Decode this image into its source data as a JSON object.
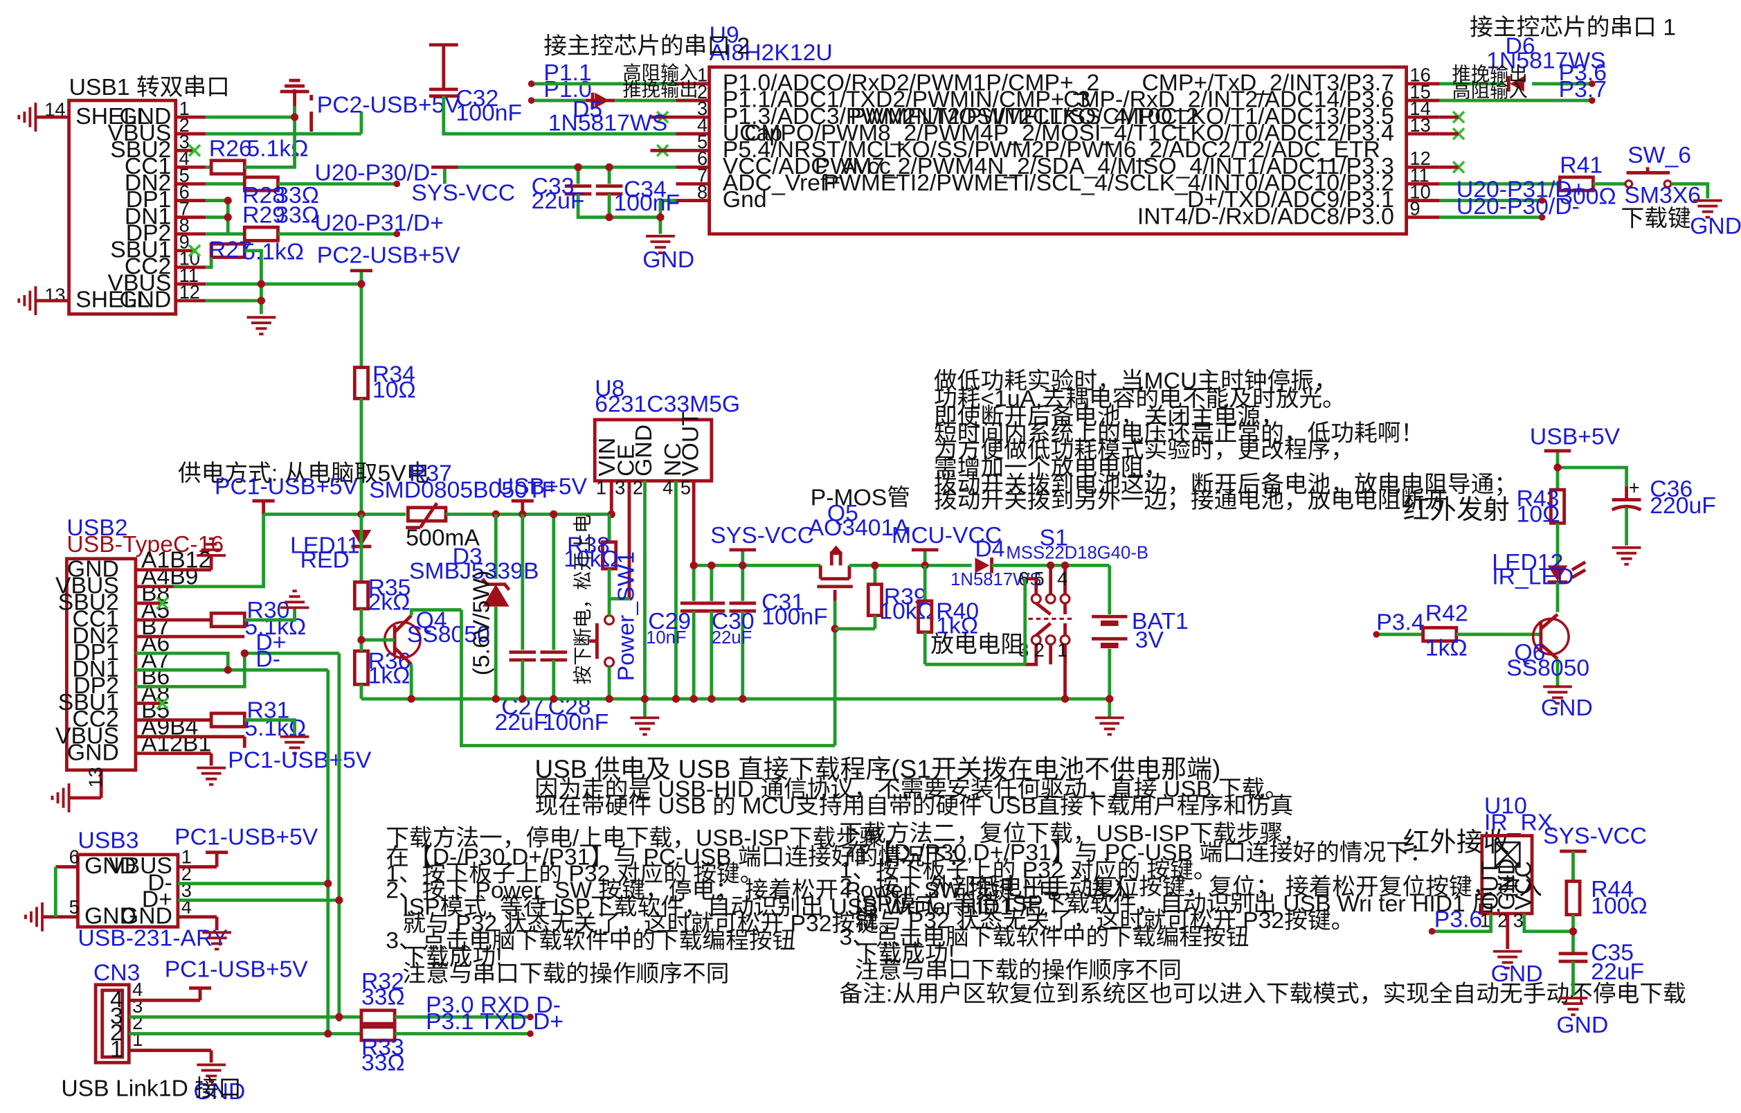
{
  "top": {
    "u9_ref": "U9",
    "u9_value": "AI8H2K12U",
    "uart2_note": "接主控芯片的串口 2",
    "uart1_note": "接主控芯片的串口 1",
    "u9_left_pins": [
      "P1.0/ADCO/RxD2/PWM1P/CMP+_2",
      "P1.1/ADC1/TXD2/PWMIN/CMP+_3",
      "P1.3/ADC3/PWM2N/MOSI/T2CLKO/CMPO_2",
      "UCap",
      "P5.4/NRST/MCLKO/SS/PWM2P/PWM6_2/ADC2/T2/ADC_ETR",
      "VCC/ADC_Avcc",
      "ADC_Vref+",
      "Gnd"
    ],
    "u9_left_nums": [
      "1",
      "2",
      "3",
      "4",
      "5",
      "6",
      "7",
      "8"
    ],
    "u9_right_pins": [
      "CMP+/TxD_2/INT3/P3.7",
      "CMP-/RxD_2/INT2/ADC14/P3.6",
      "PWMFLT2/PWMFLT/SS_4/T0CLKO/T1/ADC13/P3.5",
      "CMPO/PWM8_2/PWM4P_2/MOSI_4/T1CLKO/T0/ADC12/P3.4",
      "PWM7_2/PWM4N_2/SDA_4/MISO_4/INT1/ADC11/P3.3",
      "PWMETI2/PWMETI/SCL_4/SCLK_4/INT0/ADC10/P3.2",
      "D+/TXD/ADC9/P3.1",
      "INT4/D-/RxD/ADC8/P3.0"
    ],
    "u9_right_nums": [
      "16",
      "15",
      "14",
      "13",
      "12",
      "11",
      "10",
      "9"
    ],
    "p11": "P1.1",
    "p10": "P1.0",
    "hiz_in": "高阻输入",
    "pp_out": "推挽输出",
    "d5_ref": "D5",
    "d5_val": "1N5817WS",
    "d6_ref": "D6",
    "d6_val": "1N5817WS",
    "p36": "P3.6",
    "p37": "P3.7",
    "c32_ref": "C32",
    "c32_val": "100nF",
    "c33_ref": "C33",
    "c33_val": "22uF",
    "c34_ref": "C34",
    "c34_val": "100nF",
    "sys_vcc": "SYS-VCC",
    "gnd": "GND",
    "r41_ref": "R41",
    "r41_val": "300Ω",
    "sw6_ref": "SW_6",
    "sw6_val": "SM3X6",
    "dl_key": "下载键",
    "u20_p31": "U20-P31/D+",
    "u20_p30": "U20-P30/D-"
  },
  "usb1": {
    "title": "USB1  转双串口",
    "pins_left": [
      "SHELL",
      "SHELL"
    ],
    "pins": [
      "GND",
      "VBUS",
      "SBU2",
      "CC1",
      "DN2",
      "DP1",
      "DN1",
      "DP2",
      "SBU1",
      "CC2",
      "VBUS",
      "GND"
    ],
    "nums": [
      "1",
      "2",
      "3",
      "4",
      "5",
      "6",
      "7",
      "8",
      "9",
      "10",
      "11",
      "12"
    ],
    "n14": "14",
    "n13": "13",
    "pc2_usb5v_a": "PC2-USB+5V",
    "pc2_usb5v_b": "PC2-USB+5V",
    "r26_ref": "R26",
    "r26_val": "5.1kΩ",
    "r27_ref": "R27",
    "r27_val": "5.1kΩ",
    "r28_ref": "R28",
    "r28_val": "33Ω",
    "r29_ref": "R29",
    "r29_val": "33Ω",
    "u20_p30": "U20-P30/D-",
    "u20_p31": "U20-P31/D+"
  },
  "mid": {
    "r34_ref": "R34",
    "r34_val": "10Ω",
    "supply_note": "供电方式: 从电脑取5V电",
    "pc1_usb5v": "PC1-USB+5V",
    "r37_ref": "R37",
    "r37_val": "SMD0805B050TF",
    "r37_cur": "500mA",
    "usb5v": "USB+5V",
    "u8_ref": "U8",
    "u8_val": "6231C33M5G",
    "u8_pins": [
      "VIN",
      "CE",
      "GND",
      "NC",
      "VOUT"
    ],
    "u8_nums": [
      "1",
      "3",
      "2",
      "4",
      "5"
    ],
    "led11_ref": "LED11",
    "led11_val": "RED",
    "d3_ref": "D3",
    "d3_val": "SMBJ5339B",
    "d3_note": "(5.6V/5W)",
    "r35_ref": "R35",
    "r35_val": "2kΩ",
    "r36_ref": "R36",
    "r36_val": "1kΩ",
    "q4_ref": "Q4",
    "q4_val": "SS8050",
    "r38_ref": "R38",
    "r38_val": "10kΩ",
    "sw1_note": "按下断电，松开上电",
    "sw1_val": "Power_SW1",
    "c27_ref": "C27",
    "c27_val": "22uF",
    "c28_ref": "C28",
    "c28_val": "100nF",
    "c29_ref": "C29",
    "c29_val": "10nF",
    "c30_ref": "C30",
    "c30_val": "22uF",
    "c31_ref": "C31",
    "c31_val": "100nF",
    "sys_vcc": "SYS-VCC",
    "pmos": "P-MOS管",
    "q5_ref": "Q5",
    "q5_val": "AO3401A",
    "mcu_vcc": "MCU-VCC",
    "r39_ref": "R39",
    "r39_val": "10kΩ",
    "r40_ref": "R40",
    "r40_val": "1kΩ",
    "r40_note": "放电电阻",
    "d4_ref": "D4",
    "d4_val": "1N5817WS",
    "s1_ref": "S1",
    "s1_val": "MSS22D18G40-B",
    "s1_nums": [
      "6",
      "5",
      "4",
      "3",
      "2",
      "1"
    ],
    "bat1_ref": "BAT1",
    "bat1_val": "3V",
    "note_lines": [
      "做低功耗实验时，当MCU主时钟停振，",
      "功耗<1uA,去耦电容的电不能及时放光。",
      "即使断开后备电池，关闭主电源，",
      "短时间内系统上的电压还是正常的，低功耗啊！",
      "为方便做低功耗模式实验时，更改程序，",
      "需增加一个放电电阻，",
      "拨动开关拨到电池这边，断开后备电池，放电电阻导通；",
      "拨动开关拨到另外一边，接通电池，放电电阻断开"
    ]
  },
  "usb2": {
    "ref": "USB2",
    "val": "USB-TypeC-16",
    "pins": [
      "GND",
      "VBUS",
      "SBU2",
      "CC1",
      "DN2",
      "DP1",
      "DN1",
      "DP2",
      "SBU1",
      "CC2",
      "VBUS",
      "GND"
    ],
    "nums": [
      "A1B12",
      "A4B9",
      "B8",
      "A5",
      "B7",
      "A6",
      "A7",
      "B6",
      "A8",
      "B5",
      "A9B4",
      "A12B1"
    ],
    "n13": "13",
    "r30_ref": "R30",
    "r30_val": "5.1kΩ",
    "r31_ref": "R31",
    "r31_val": "5.1kΩ",
    "dplus": "D+",
    "dminus": "D-",
    "pc1_usb5v": "PC1-USB+5V"
  },
  "usb3": {
    "ref": "USB3",
    "val": "USB-231-ARY",
    "pc1_usb5v": "PC1-USB+5V",
    "pins_left": [
      "GND",
      "GND"
    ],
    "pins_right": [
      "VBUS",
      "D-",
      "D+",
      "GND"
    ],
    "nums_left": [
      "6",
      "5"
    ],
    "nums_right": [
      "1",
      "2",
      "3",
      "4"
    ]
  },
  "cn3": {
    "ref": "CN3",
    "pc1_usb5v": "PC1-USB+5V",
    "nums": [
      "4",
      "3",
      "2",
      "1"
    ],
    "label": "USB Link1D 接口",
    "gnd": "GND",
    "r32_ref": "R32",
    "r32_val": "33Ω",
    "r33_ref": "R33",
    "r33_val": "33Ω",
    "p30": "P3.0  RXD  D-",
    "p31": "P3.1  TXD  D+"
  },
  "notes": {
    "usb_title": "USB 供电及 USB 直接下载程序(S1开关拨在电池不供电那端)",
    "usb_l1": "因为走的是 USB-HID 通信协议，不需要安装任何驱动，直接 USB 下载。",
    "usb_l2": "现在带硬件 USB 的 MCU支持用自带的硬件 USB直接下载用户程序和仿真",
    "m1": [
      "下载方法一，停电/上电下载，USB-ISP下载步骤，",
      "在【D-/P30,D+/P31】与 PC-USB 端口连接好的情况下：",
      "1、按下板子上的 P32 对应的 按键。",
      "2、按下 Power_SW 按键，停电；  接着松开 Power_SW 按键上电，进入",
      "ISP模式, 等待 ISP下载软件，自动识别出  USB Wri ter HID1  后,",
      "就与 P32 状态无关了，这时就可松开 P32按键。",
      "3、点击电脑下载软件中的下载编程按钮",
      "下载成功!",
      "注意与串口下载的操作顺序不同"
    ],
    "m2": [
      "下载方法二，复位下载，USB-ISP下载步骤，",
      "在【D-/P30,D+/P31】与 PC-USB 端口连接好的情况下：",
      "1、按下板子上的 P32 对应的 按键。",
      "2、按下 外部低电平手动复位按键，复位；  接着松开复位按键，进入",
      "ISP模式, 等待 ISP下载软件，自动识别出  USB Wri ter HID1  后,",
      "就与 P32 状态无关了，这时就可松开 P32按键。",
      "3、点击电脑下载软件中的下载编程按钮",
      "下载成功!",
      "注意与串口下载的操作顺序不同"
    ],
    "m3": "备注:从用户区软复位到系统区也可以进入下载模式，实现全自动无手动不停电下载"
  },
  "ir_tx": {
    "title": "红外发射",
    "usb5v": "USB+5V",
    "r43_ref": "R43",
    "r43_val": "10Ω",
    "c36_ref": "C36",
    "c36_val": "220uF",
    "led12_ref": "LED12",
    "led12_val": "IR_LED",
    "p34": "P3.4",
    "r42_ref": "R42",
    "r42_val": "1kΩ",
    "q6_ref": "Q6",
    "q6_val": "SS8050",
    "gnd": "GND"
  },
  "ir_rx": {
    "title": "红外接收",
    "u10_ref": "U10",
    "u10_val": "IR_RX",
    "pins": [
      "OUT",
      "GND",
      "VCC"
    ],
    "nums": [
      "1",
      "2",
      "3"
    ],
    "sys_vcc": "SYS-VCC",
    "r44_ref": "R44",
    "r44_val": "100Ω",
    "c35_ref": "C35",
    "c35_val": "22uF",
    "p36": "P3.6",
    "gnd": "GND",
    "gnd2": "GND"
  }
}
